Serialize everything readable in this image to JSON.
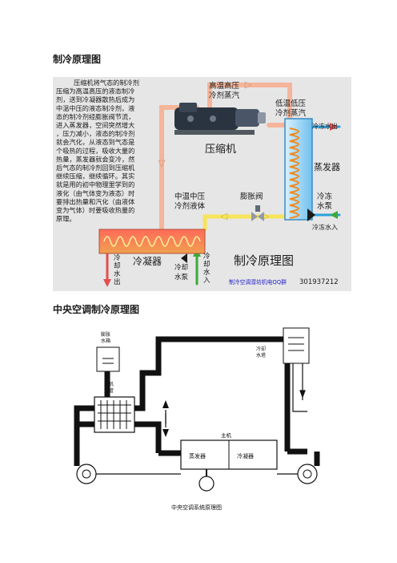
{
  "heading1": "制冷原理图",
  "heading2": "中央空调制冷原理图",
  "fig1": {
    "description_lines": [
      "压缩机将气态的制冷剂",
      "压缩为高温高压的液态制冷",
      "剂，送到冷凝器散热后成为",
      "中温中压的液态制冷剂，液",
      "态的制冷剂经膨胀阀节流，",
      "进入蒸发器，空间突然增大",
      "，压力减小，液态的制冷剂",
      "就会汽化，从液态到气态是",
      "个吸热的过程，吸收大量的",
      "热量，蒸发器就会变冷，然",
      "后气态的制冷剂回到压缩机",
      "继续压缩，继续循环。其实",
      "就是用的初中物理里学到的",
      "液化（由气体变为液态）时",
      "要排出热量和汽化（由液体",
      "变为气体）时要吸收热量的",
      "原理。"
    ],
    "hp_vapor": [
      "高温高压",
      "冷剂蒸汽"
    ],
    "lp_vapor": [
      "低温低压",
      "冷剂蒸汽"
    ],
    "compressor": "压缩机",
    "evaporator": "蒸发器",
    "mp_liquid": [
      "中温中压",
      "冷剂液体"
    ],
    "expansion_valve": "膨胀阀",
    "chilled_pump": [
      "冷冻",
      "水泵"
    ],
    "chilled_out": "冷冻水出",
    "chilled_in": "冷冻水入",
    "condenser": "冷凝器",
    "cool_out": [
      "冷",
      "却",
      "水",
      "出"
    ],
    "cool_pump": [
      "冷却",
      "水泵"
    ],
    "cool_in": [
      "冷",
      "却",
      "水",
      "入"
    ],
    "title": "制冷原理图",
    "credit": "制冷空调潜坊机电QQ群",
    "qq": "301937212"
  },
  "fig2": {
    "expansion_tank": [
      "膨胀",
      "水箱"
    ],
    "fan_coil": [
      "风机",
      "盘管"
    ],
    "cooling_tower": [
      "冷却",
      "水塔"
    ],
    "main_unit": "主机",
    "evaporator": "蒸发器",
    "condenser": "冷凝器",
    "caption": "中央空调系统原理图"
  },
  "colors": {
    "refrigerant_line": "#f5b59a",
    "liquid_line": "#f7e45a",
    "chilled_water": "#2aa0e0",
    "coil": "#f08a1e",
    "cool_out_arrow": "#e05050",
    "cool_in_arrow": "#3aaa3a",
    "bg1": "#e6e6e6",
    "credit_blue": "#2222cc"
  }
}
